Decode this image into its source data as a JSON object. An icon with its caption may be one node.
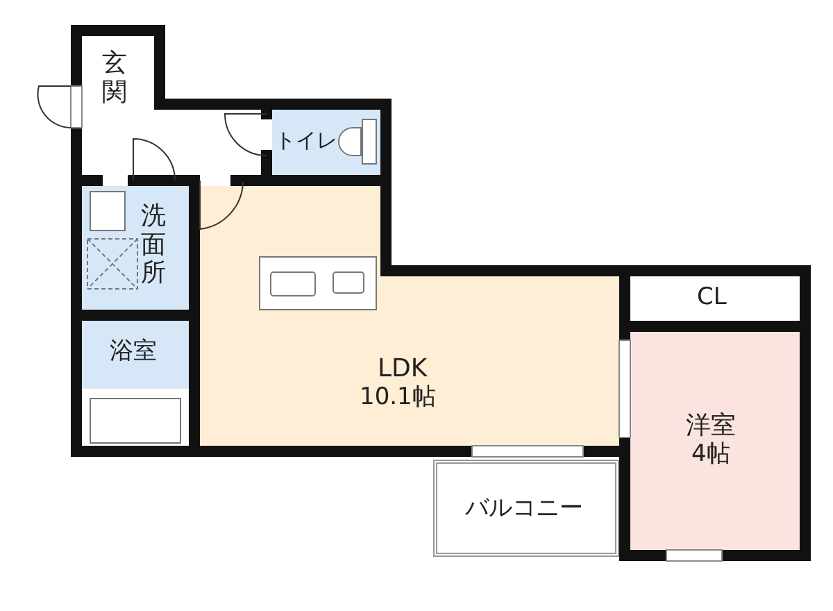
{
  "diagram": {
    "nodes": [
      {
        "text": [
          "玄関"
        ]
      },
      {
        "text": [
          "トイレ"
        ]
      },
      {
        "text": [
          "洗面所"
        ]
      },
      {
        "text": [
          "浴室"
        ]
      },
      {
        "text": [
          "LDK",
          "10.1帖"
        ]
      },
      {
        "text": [
          "CL"
        ]
      },
      {
        "text": [
          "洋室",
          "4帖"
        ]
      },
      {
        "text": [
          "バルコニー"
        ]
      }
    ]
  }
}
